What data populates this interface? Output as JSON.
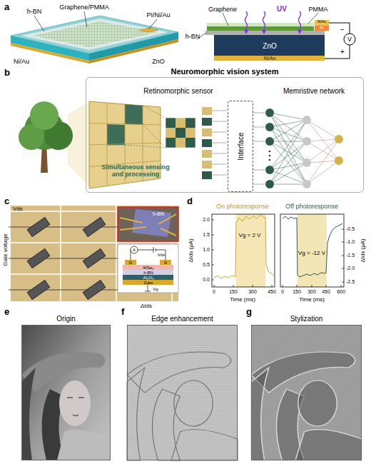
{
  "diagram": {
    "nodes": [
      {
        "text": [
          "Neuromorphic vision system"
        ]
      },
      {
        "text": [
          "Interface"
        ],
        "in": 0
      },
      {
        "text": [
          "Origin"
        ]
      },
      {
        "text": [
          "Edge enhancement"
        ]
      },
      {
        "text": [
          "Stylization"
        ]
      }
    ],
    "labels": [
      "a",
      "h-BN",
      "Graphene/PMMA",
      "PI/Ni/Au",
      "Ni/Au",
      "ZnO",
      "Graphene",
      "UV",
      "PMMA",
      "h-BN",
      "ZnO",
      "Ni/Au",
      "Ni/Au",
      "PI",
      "V",
      "−",
      "+",
      "b",
      "Retinomorphic sensor",
      "Memristive network",
      "Simultaneous sensing and processing",
      "c",
      "Vds",
      "Gate voltage",
      "ΔIds",
      "h-BN",
      "A",
      "Vds",
      "D",
      "S",
      "WSe₂",
      "h-BN",
      "Al₂O₃",
      "Gate",
      "Vg",
      "d",
      "On photoresponse",
      "Off photoresponse",
      "ΔIds (μA)",
      "ΔIds (μA)",
      "Vg = 2 V",
      "Vg = -12 V",
      "2.0",
      "1.5",
      "1.0",
      "0.5",
      "0.0",
      "-0.5",
      "-1.0",
      "-1.5",
      "-2.0",
      "-2.5",
      "0",
      "150",
      "300",
      "450",
      "0",
      "150",
      "300",
      "450",
      "600",
      "Time (ms)",
      "Time (ms)",
      "e",
      "f",
      "g"
    ]
  }
}
